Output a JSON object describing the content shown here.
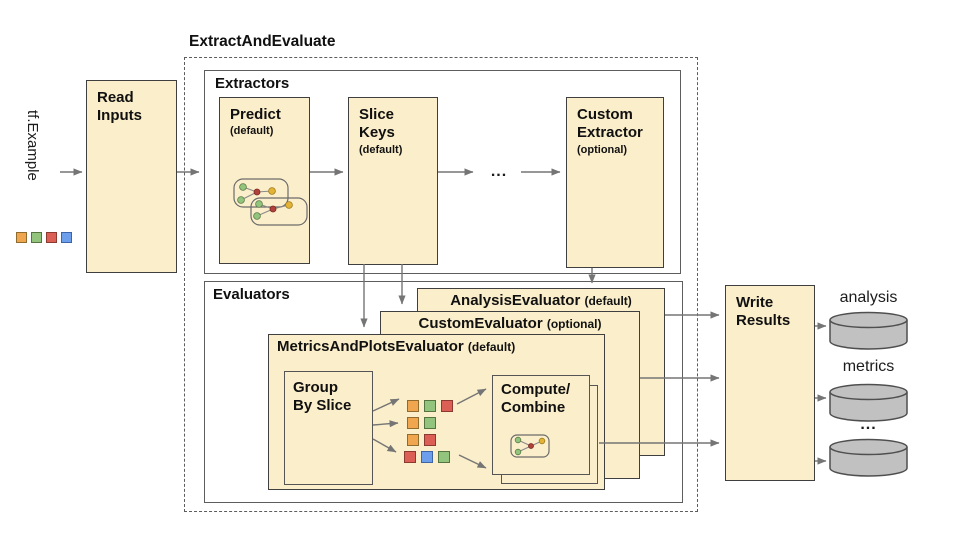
{
  "palette": {
    "box_fill": "#FBEECA",
    "box_border": "#3f3f3f",
    "container_border": "#5d5d5d",
    "arrow": "#757575",
    "cylinder_fill": "#C1C1C1",
    "cylinder_border": "#4f4f4f",
    "square_colors": {
      "orange": {
        "fill": "#F0A64F",
        "border": "#8F6B2D"
      },
      "green": {
        "fill": "#93C47D",
        "border": "#56743F"
      },
      "red": {
        "fill": "#DB5F55",
        "border": "#8C3A31"
      },
      "blue": {
        "fill": "#6D9EEB",
        "border": "#3E64A8"
      }
    },
    "node_colors": {
      "green": "#93C47D",
      "red": "#B0413A",
      "yellow": "#E2B336"
    }
  },
  "input": {
    "label": "tf.Example",
    "squares": [
      "orange",
      "green",
      "red",
      "blue"
    ]
  },
  "read_inputs": {
    "label": [
      "Read",
      "Inputs"
    ]
  },
  "pipeline_title": "ExtractAndEvaluate",
  "extractors": {
    "label": "Extractors",
    "items": [
      {
        "name_lines": [
          "Predict"
        ],
        "qualifier": "(default)"
      },
      {
        "name_lines": [
          "Slice",
          "Keys"
        ],
        "qualifier": "(default)"
      },
      {
        "name_lines": [
          "Custom",
          "Extractor"
        ],
        "qualifier": "(optional)"
      }
    ],
    "ellipsis": "..."
  },
  "evaluators": {
    "label": "Evaluators",
    "layers": [
      {
        "name": "AnalysisEvaluator",
        "qualifier": "(default)"
      },
      {
        "name": "CustomEvaluator",
        "qualifier": "(optional)"
      },
      {
        "name": "MetricsAndPlotsEvaluator",
        "qualifier": "(default)"
      }
    ],
    "group_by_slice": [
      "Group",
      "By Slice"
    ],
    "compute_combine": [
      "Compute/",
      "Combine"
    ],
    "slice_grid": [
      [
        "orange",
        "green",
        "red"
      ],
      [
        "orange",
        "green"
      ],
      [
        "orange",
        "red"
      ],
      [
        "red",
        "blue",
        "green"
      ]
    ]
  },
  "write_results": {
    "label": [
      "Write",
      "Results"
    ]
  },
  "outputs": {
    "items": [
      {
        "label": "analysis"
      },
      {
        "label": "metrics"
      },
      {
        "label": "..."
      }
    ]
  }
}
